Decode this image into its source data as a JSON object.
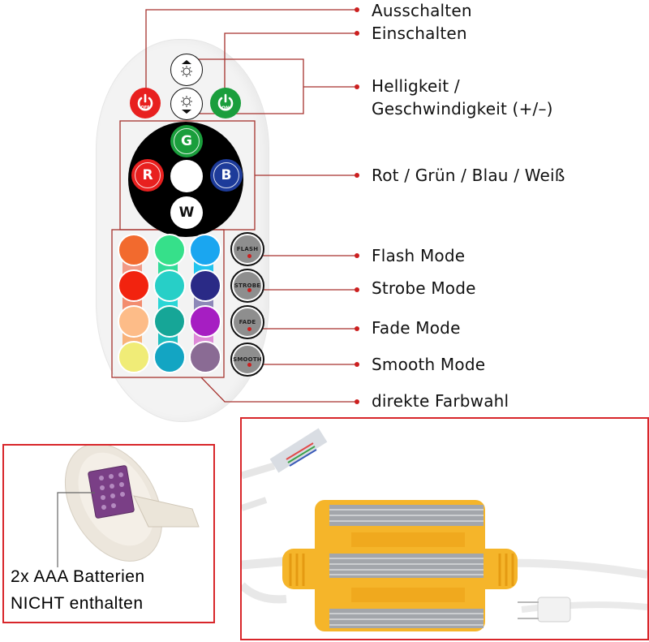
{
  "callouts": {
    "off": "Ausschalten",
    "on": "Einschalten",
    "brightness_line1": "Helligkeit /",
    "brightness_line2": "Geschwindigkeit (+/–)",
    "rgbw": "Rot / Grün / Blau / Weiß",
    "flash": "Flash Mode",
    "strobe": "Strobe Mode",
    "fade": "Fade Mode",
    "smooth": "Smooth Mode",
    "direct_color": "direkte Farbwahl"
  },
  "remote": {
    "power_off_label": "OFF",
    "power_on_label": "ON",
    "rgb_buttons": {
      "red": "R",
      "green": "G",
      "blue": "B",
      "white": "W"
    },
    "mode_buttons": [
      "FLASH",
      "STROBE",
      "FADE",
      "SMOOTH"
    ],
    "color_keys": [
      [
        "#f26a2e",
        "#36e08a",
        "#1aa6f0"
      ],
      [
        "#f2230f",
        "#27cfc7",
        "#2a2a86"
      ],
      [
        "#fdbc88",
        "#16a697",
        "#a61ec2"
      ],
      [
        "#f0ec77",
        "#13a5c3",
        "#8a6b94"
      ]
    ],
    "color_bridges": [
      [
        "#f29a86",
        "#32dc9a",
        "#22c4ee"
      ],
      [
        "#f28c6e",
        "#2ad6d6",
        "#8d88b8"
      ],
      [
        "#f8b27a",
        "#22c0c0",
        "#de8ad8"
      ]
    ]
  },
  "battery_panel": {
    "line1": "2x AAA Batterien",
    "line2": "NICHT enthalten"
  },
  "colors": {
    "callout_line": "#a6322e",
    "callout_dot": "#cc1f1f",
    "panel_border": "#d8262a",
    "power_off": "#e8201f",
    "power_on": "#1a9e3c",
    "controller_yellow": "#f5b52a"
  }
}
